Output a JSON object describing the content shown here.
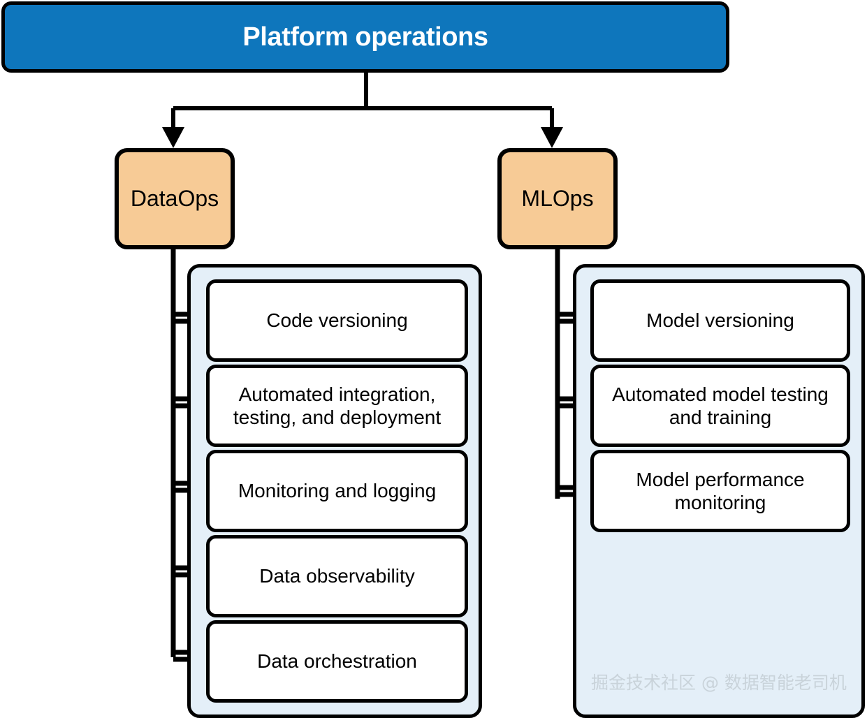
{
  "diagram": {
    "title": "Platform operations",
    "type": "hierarchy-tree",
    "colors": {
      "root_fill": "#0e76bc",
      "root_text": "#ffffff",
      "branch_fill": "#f7cb96",
      "panel_fill": "#e4eff8",
      "card_fill": "#ffffff",
      "stroke": "#000000",
      "watermark_text": "#c9d3da"
    },
    "root": {
      "label": "Platform operations"
    },
    "branches": [
      {
        "id": "dataops",
        "label": "DataOps",
        "items": [
          {
            "label": "Code versioning"
          },
          {
            "label": "Automated integration, testing, and deployment"
          },
          {
            "label": "Monitoring and logging"
          },
          {
            "label": "Data observability"
          },
          {
            "label": "Data orchestration"
          }
        ]
      },
      {
        "id": "mlops",
        "label": "MLOps",
        "items": [
          {
            "label": "Model versioning"
          },
          {
            "label": "Automated model testing and training"
          },
          {
            "label": "Model performance monitoring"
          }
        ]
      }
    ],
    "watermark": "掘金技术社区 @ 数据智能老司机"
  }
}
